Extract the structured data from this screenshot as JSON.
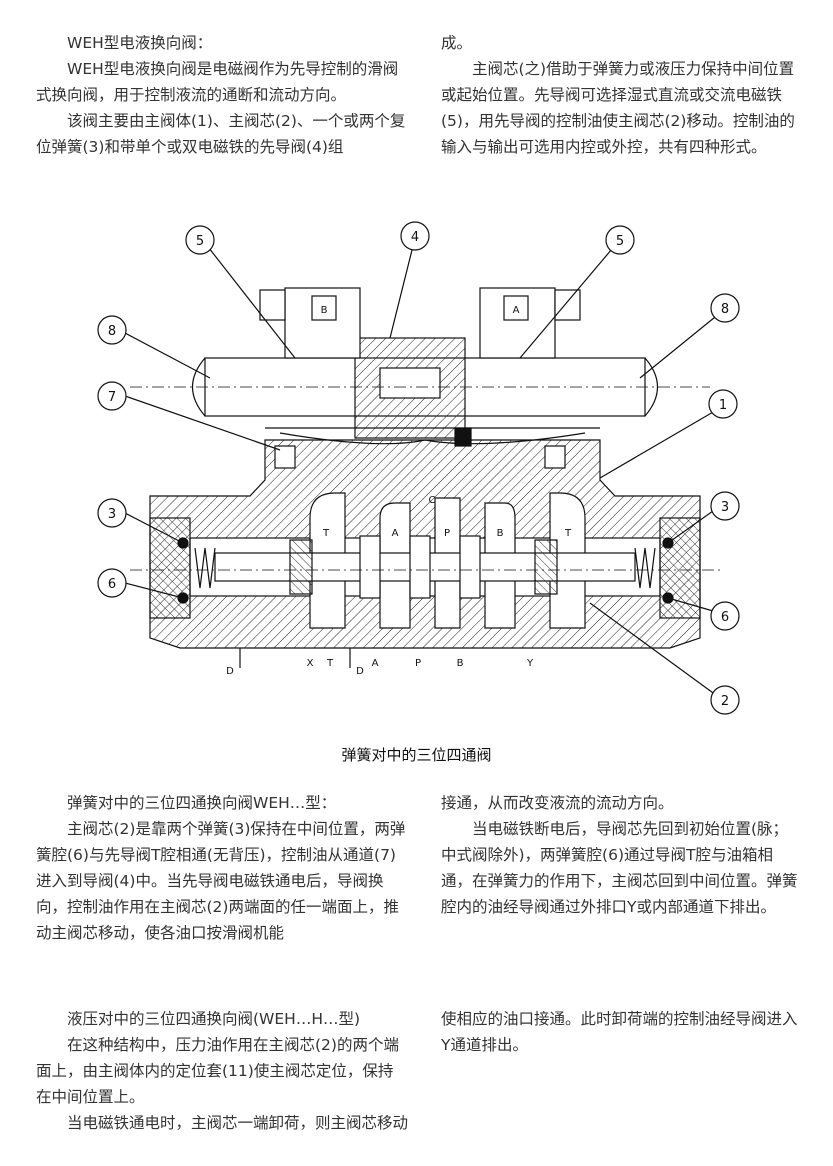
{
  "col1": [
    "WEH型电液换向阀：",
    "WEH型电液换向阀是电磁阀作为先导控制的滑阀式换向阀，用于控制液流的通断和流动方向。",
    "该阀主要由主阀体(1)、主阀芯(2)、一个或两个复位弹簧(3)和带单个或双电磁铁的先导阀(4)组"
  ],
  "col2": [
    "成。",
    "主阀芯(之)借助于弹簧力或液压力保持中间位置或起始位置。先导阀可选择湿式直流或交流电磁铁(5)，用先导阀的控制油使主阀芯(2)移动。控制油的输入与输出可选用内控或外控，共有四种形式。"
  ],
  "diagram": {
    "callouts": [
      "5",
      "4",
      "5",
      "8",
      "8",
      "7",
      "1",
      "3",
      "3",
      "6",
      "6",
      "2"
    ],
    "solenoid_left": "B",
    "solenoid_right": "A",
    "port_labels": [
      "D",
      "X",
      "T",
      "D",
      "A",
      "P",
      "B",
      "Y"
    ],
    "chamber_labels": [
      "T",
      "A",
      "P",
      "B",
      "T"
    ],
    "pilot_label": "C"
  },
  "caption": "弹簧对中的三位四通阀",
  "col3": [
    "弹簧对中的三位四通换向阀WEH…型：",
    "主阀芯(2)是靠两个弹簧(3)保持在中间位置，两弹簧腔(6)与先导阀T腔相通(无背压)，控制油从通道(7)进入到导阀(4)中。当先导阀电磁铁通电后，导阀换向，控制油作用在主阀芯(2)两端面的任一端面上，推动主阀芯移动，使各油口按滑阀机能"
  ],
  "col4": [
    "接通，从而改变液流的流动方向。",
    "当电磁铁断电后，导阀芯先回到初始位置(脉；中式阀除外)，两弹簧腔(6)通过导阀T腔与油箱相通，在弹簧力的作用下，主阀芯回到中间位置。弹簧腔内的油经导阀通过外排口Y或内部通道下排出。"
  ],
  "col5": [
    "液压对中的三位四通换向阀(WEH…H…型)",
    "在这种结构中，压力油作用在主阀芯(2)的两个端面上，由主阀体内的定位套(11)使主阀芯定位，保持在中间位置上。",
    "当电磁铁通电时，主阀芯一端卸荷，则主阀芯移动"
  ],
  "col6": [
    "使相应的油口接通。此时卸荷端的控制油经导阀进入Y通道排出。"
  ]
}
